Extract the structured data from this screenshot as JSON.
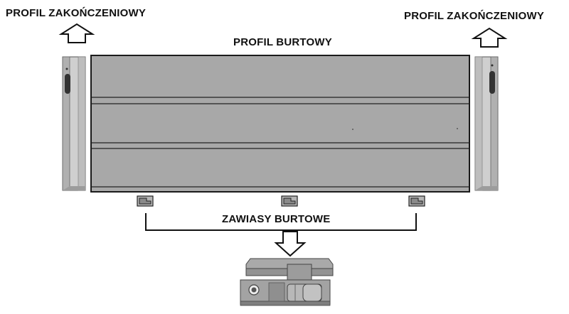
{
  "labels": {
    "left_end_profile": "PROFIL ZAKOŃCZENIOWY",
    "right_end_profile": "PROFIL ZAKOŃCZENIOWY",
    "side_panel_profile": "PROFIL BURTOWY",
    "hinges": "ZAWIASY BURTOWE"
  },
  "icons": {
    "up_arrow": "up-arrow-icon",
    "down_arrow": "down-arrow-icon",
    "hinge": "hinge-icon",
    "end_profile": "end-profile-icon"
  },
  "colors": {
    "panel_fill": "#a8a8a8",
    "panel_stroke": "#1a1a1a",
    "end_profile_fill": "#c4c4c4",
    "hinge_metal": "#9a9a9a",
    "text": "#111111"
  }
}
